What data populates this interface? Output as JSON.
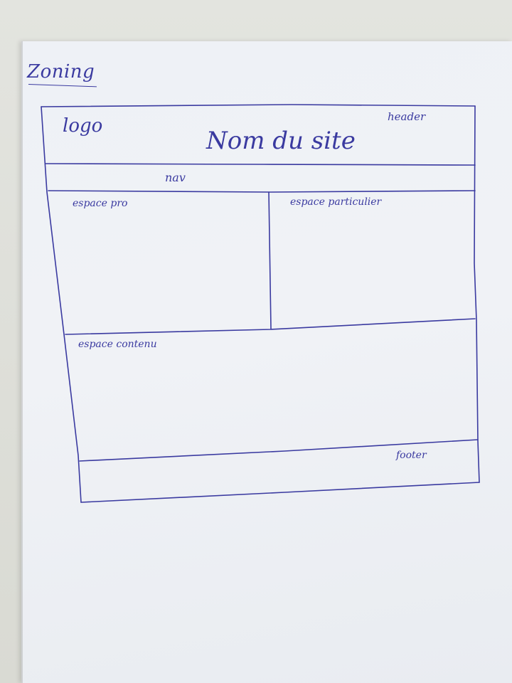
{
  "sketch": {
    "title": "Zoning",
    "ink_color": "#3a3aa0",
    "paper_color": "#eef1f6"
  },
  "wireframe": {
    "logo": "logo",
    "site_name": "Nom du site",
    "header_label": "header",
    "nav_label": "nav",
    "zones": {
      "pro": "espace pro",
      "particulier": "espace particulier",
      "contenu": "espace contenu"
    },
    "footer_label": "footer"
  }
}
